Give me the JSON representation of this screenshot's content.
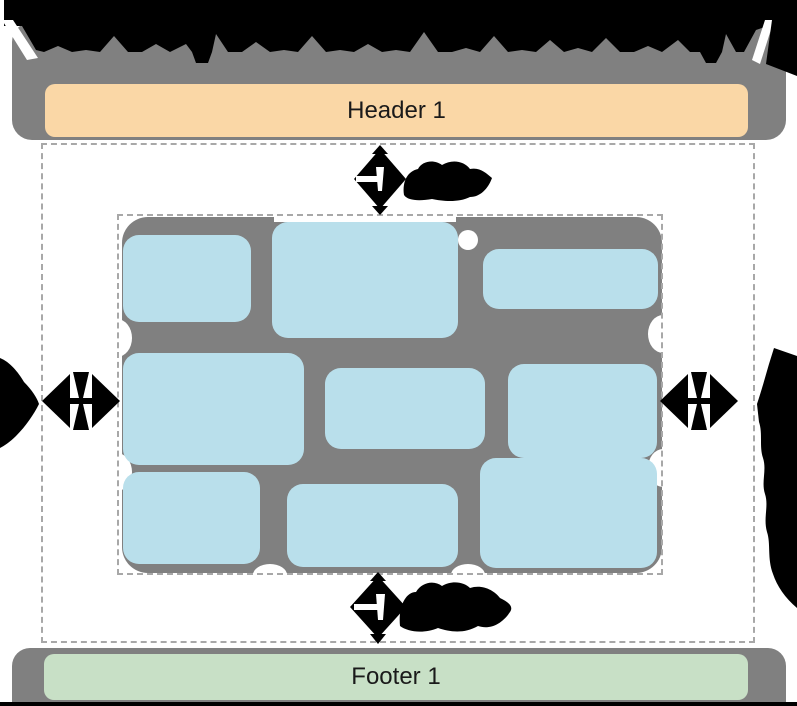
{
  "diagram": {
    "header": {
      "label": "Header 1"
    },
    "footer": {
      "label": "Footer 1"
    },
    "items": {
      "count": 9,
      "description": "rounded item boxes arranged in 3 rows inside dashed container"
    },
    "arrows": {
      "top": "vertical-resize-arrow-with-merged-label",
      "bottom": "vertical-resize-arrow-with-merged-label",
      "left": "horizontal-resize-arrow",
      "right": "horizontal-resize-arrow"
    },
    "colors": {
      "margin_gray": "#808080",
      "item_blue": "#b9dfeb",
      "header_orange": "#fad7a6",
      "footer_green": "#c8e0c6",
      "dashed_border": "#a8a8a8",
      "arrow_black": "#000000",
      "page_background": "#ffffff"
    }
  }
}
